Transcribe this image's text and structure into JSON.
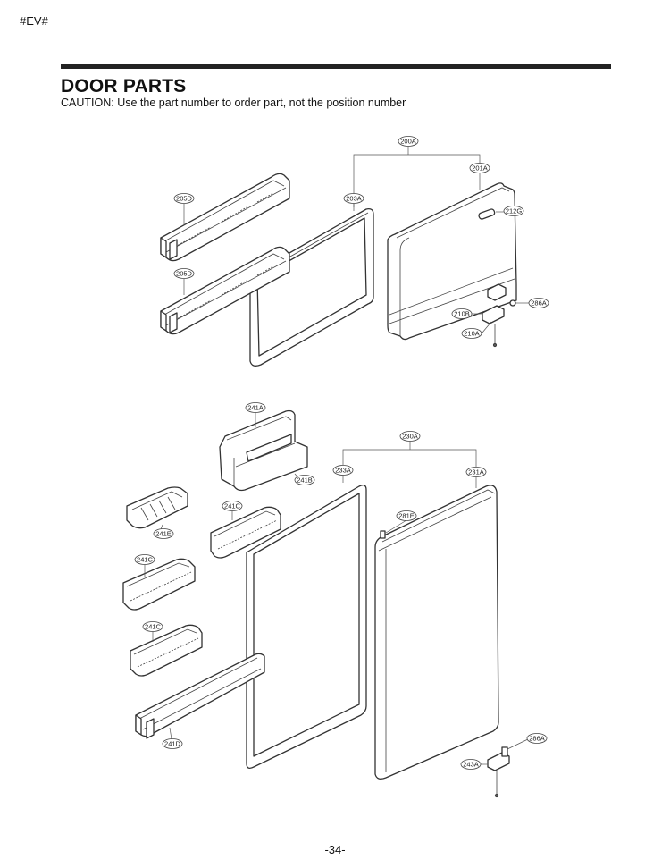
{
  "header": {
    "code": "#EV#",
    "title": "DOOR PARTS",
    "caution": "CAUTION: Use the part number to order part, not the position number"
  },
  "footer": {
    "page_number": "-34-"
  },
  "callouts": {
    "c200A": "200A",
    "c201A": "201A",
    "c203A": "203A",
    "c212G": "212G",
    "c205D_top": "205D",
    "c205D_bottom": "205D",
    "c286A_top": "286A",
    "c210B": "210B",
    "c210A": "210A",
    "c241A": "241A",
    "c241B": "241B",
    "c230A": "230A",
    "c233A": "233A",
    "c231A": "231A",
    "c241C_1": "241C",
    "c241E": "241E",
    "c281E": "281E",
    "c241C_2": "241C",
    "c241C_3": "241C",
    "c241D": "241D",
    "c286A_bottom": "286A",
    "c243A": "243A"
  }
}
